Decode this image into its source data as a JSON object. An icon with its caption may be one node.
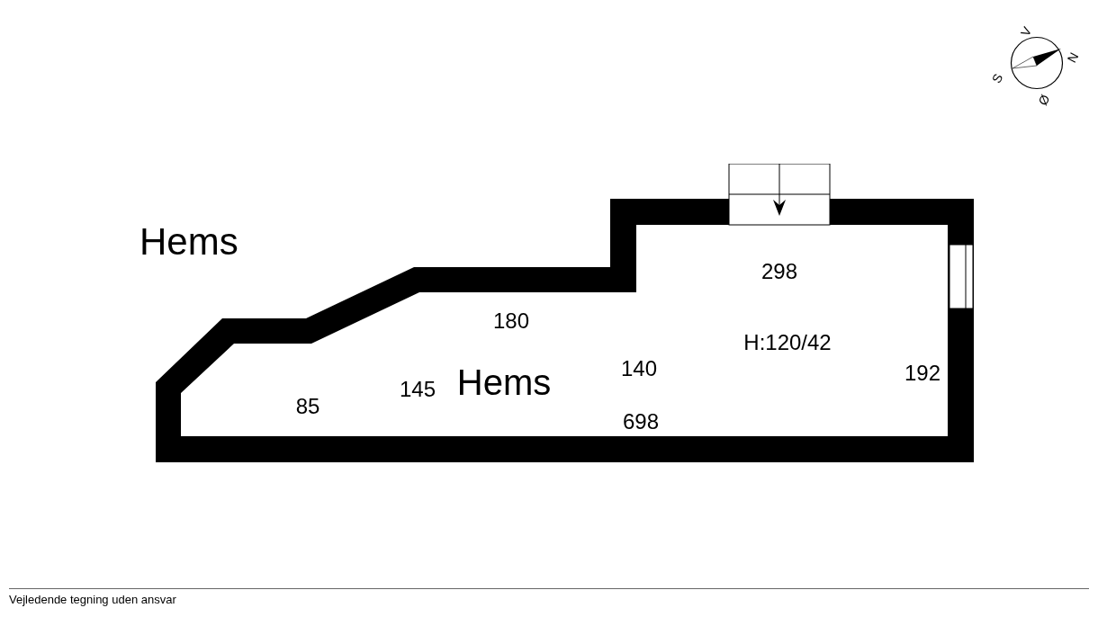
{
  "diagram": {
    "title": "Hems",
    "nodes": [
      {
        "text": [
          "Hems"
        ]
      }
    ],
    "labels": [
      "V",
      "N",
      "S",
      "Ø",
      "298",
      "180",
      "H:120/42",
      "145",
      "140",
      "192",
      "85",
      "698"
    ],
    "caption": "Vejledende tegning uden ansvar"
  }
}
